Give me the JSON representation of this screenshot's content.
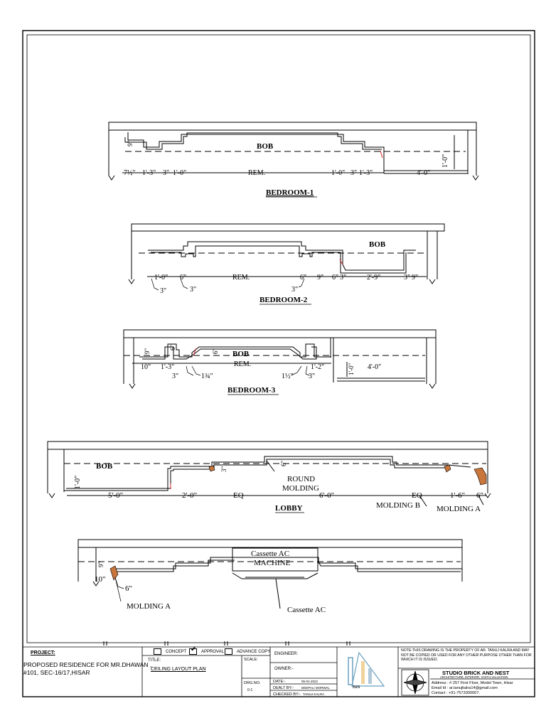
{
  "sections": [
    {
      "title": "BEDROOM-1",
      "bob": "BOB",
      "dims": [
        "7½\"",
        "1'-3\"",
        "3\"",
        "1'-0\"",
        "REM.",
        "1'-0\"",
        "3\"",
        "1'-3\"",
        "4'-0\"",
        "9\"",
        "1'-0\""
      ]
    },
    {
      "title": "BEDROOM-2",
      "bob": "BOB",
      "dims": [
        "1'-0\"",
        "6\"",
        "REM.",
        "6\"",
        "9\"",
        "6\"",
        "3\"",
        "2'-9\"",
        "3\"",
        "9\"",
        "3\"",
        "3\"",
        "3\""
      ]
    },
    {
      "title": "BEDROOM-3",
      "bob": "BOB",
      "dims": [
        "10\"",
        "1'-3\"",
        "REM.",
        "1'-2\"",
        "4'-0\"",
        "3\"",
        "1¾\"",
        "1½\"",
        "3\"",
        "9\"",
        "6\"",
        "1'-0\""
      ]
    },
    {
      "title": "LOBBY",
      "bob": "BOB",
      "dims": [
        "5'-0\"",
        "2'-0\"",
        "EQ",
        "6'-0\"",
        "EQ",
        "1'-6\"",
        "6\"",
        "1'-0\"",
        "3\"",
        "6\""
      ],
      "notes": [
        "ROUND",
        "MOLDING",
        "MOLDING B",
        "MOLDING A"
      ]
    },
    {
      "title": "",
      "box_line1": "Cassette AC",
      "box_line2": "MACHINE",
      "dims": [
        "9\"",
        "10\"",
        "6\""
      ],
      "notes": [
        "MOLDING A",
        "Cassette AC"
      ]
    }
  ],
  "title_block": {
    "project_label": "PROJECT:",
    "project_line1": "PROPOSED RESIDENCE FOR MR.DHAWAN ,",
    "project_line2": "#101, SEC-16/17,HISAR",
    "concept": "CONCEPT",
    "approval": "APPROVAL",
    "advance_copy": "ADVANCE COPY",
    "title_label": "TITLE:",
    "title_value": "CEILING LAYOUT PLAN",
    "scale_label": "SCALE:",
    "drg_label": "DRG.NO.",
    "drg_value": "0-1",
    "engineer_label": "ENGINEER:",
    "owner_label": "OWNER:-",
    "date_label": "DATE:-",
    "date_value": "05-01-2022",
    "dealt_label": "DEALT BY:-",
    "dealt_value": "DEEPALI MORWAL",
    "checked_label": "CHECKED BY:-",
    "checked_value": "TANUJ KALRA",
    "note": "NOTE:THIS DRAWING IS THE PROPERTY OF AR. TANUJ KALRA AND MAY NOT BE COPIED OR USED FOR ANY OTHER PURPOSE OTHER THAN FOR WHICH IT IS ISSUED.",
    "studio_name": "STUDIO BRICK AND NEST",
    "studio_sub": "ARCHITECTURE, INTERIOR, VASTU,VALUATION",
    "address": "Address : # 257 First Floor, Model Town, Hisar",
    "email": "Email Id : ar.tanujkalra14@gmail.com",
    "contact": "Contact : +91-7573300007."
  },
  "colors": {
    "line": "#000000",
    "molding": "#c8763c",
    "red_mark": "#d22020"
  }
}
